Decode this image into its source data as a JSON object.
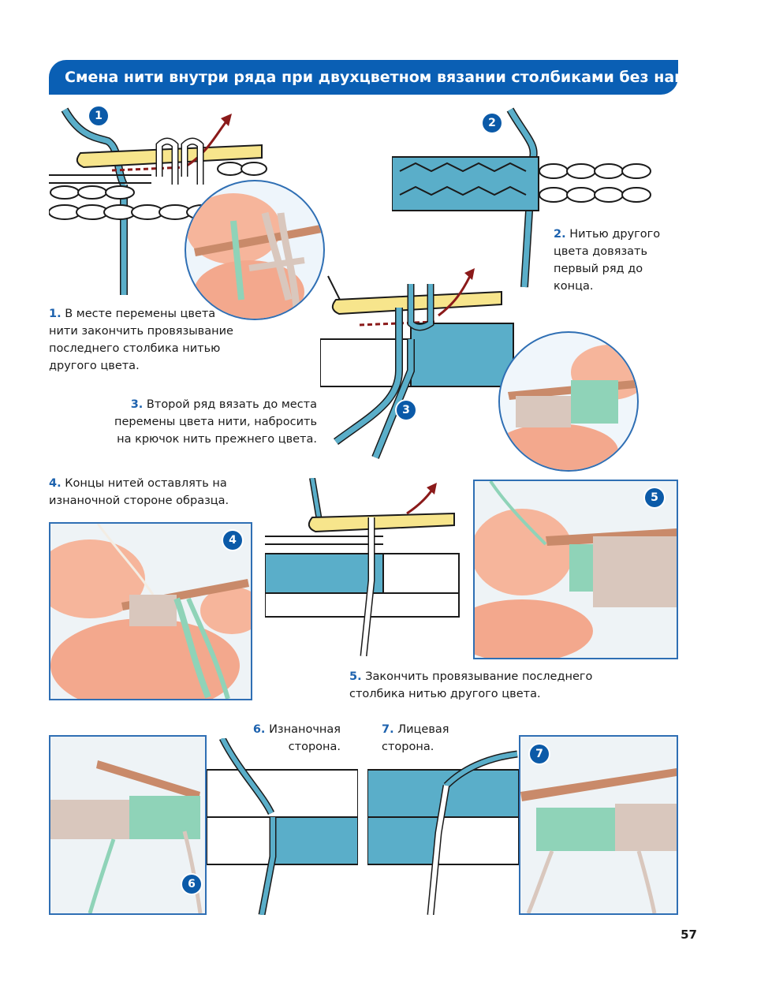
{
  "title": "Смена нити внутри ряда при двухцветном вязании столбиками без накида",
  "badges": [
    "1",
    "2",
    "3",
    "4",
    "5",
    "6",
    "7"
  ],
  "captions": {
    "c1": {
      "num": "1.",
      "text": "В месте перемены цвета нити закончить провязывание последнего столбика нитью другого цвета."
    },
    "c2": {
      "num": "2.",
      "text": "Нитью другого цвета довязать первый ряд до конца."
    },
    "c3": {
      "num": "3.",
      "text": "Второй ряд вязать до места перемены цвета нити, набросить на крючок нить прежнего цвета."
    },
    "c4": {
      "num": "4.",
      "text": "Концы нитей оставлять на изнаночной стороне образца."
    },
    "c5": {
      "num": "5.",
      "text": "Закончить провязывание последнего столбика нитью другого цвета."
    },
    "c6": {
      "num": "6.",
      "text": "Изнаночная сторона."
    },
    "c7": {
      "num": "7.",
      "text": "Лицевая сторона."
    }
  },
  "page_number": "57",
  "colors": {
    "accent": "#0a5fb4",
    "yarn_blue": "#5aaec9",
    "hook_yellow": "#f7e58c",
    "arrow_red": "#8b1a1a",
    "skin": "#f6b59b",
    "yarn_mint": "#8fd3b8",
    "yarn_beige": "#d9c7bd"
  }
}
